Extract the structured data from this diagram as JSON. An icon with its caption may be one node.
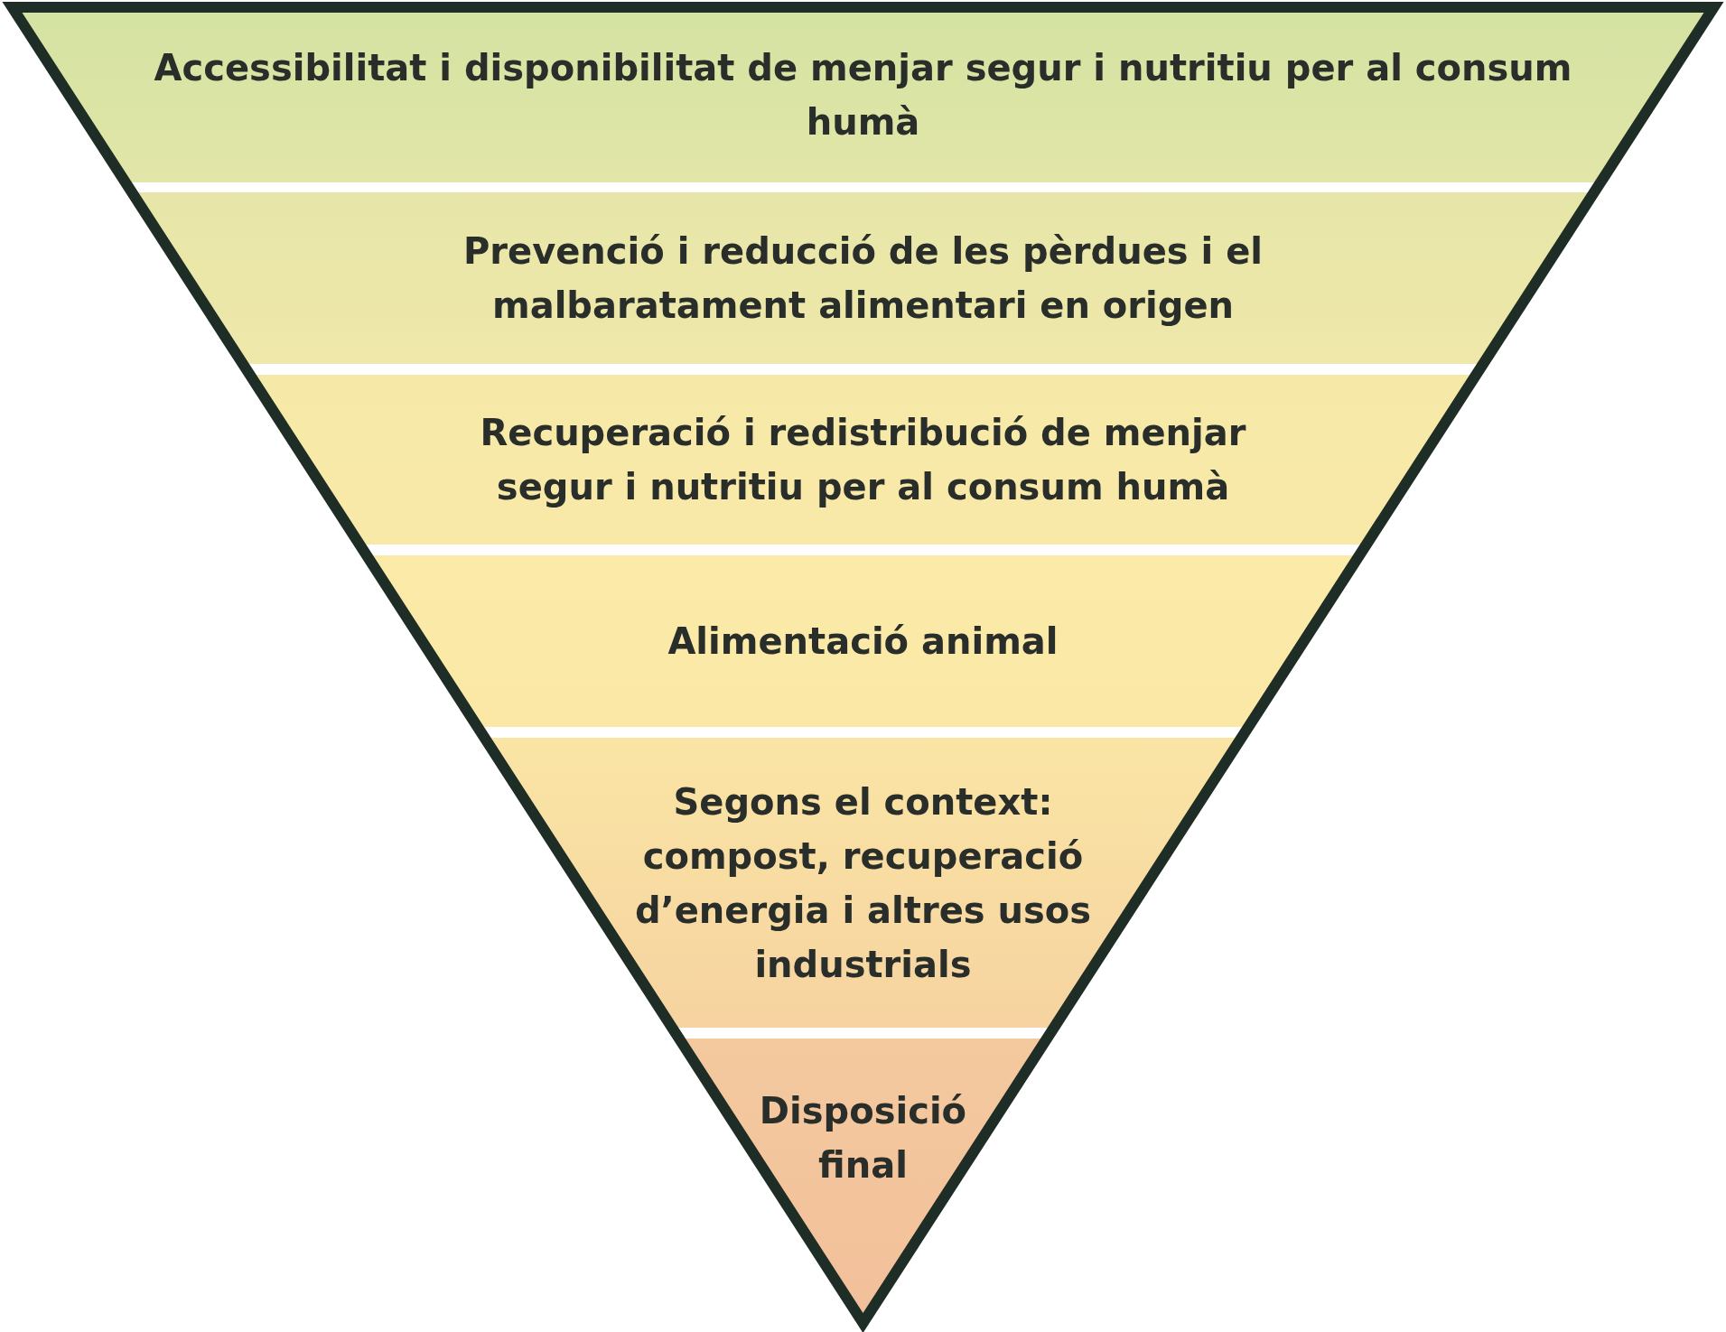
{
  "diagram": {
    "nodes": [
      {
        "text": [
          "Accessibilitat i disponibilitat de menjar segur i nutritiu per al consum humà"
        ]
      },
      {
        "text": [
          "Prevenció i reducció de les pèrdues i el malbaratament alimentari en origen"
        ]
      },
      {
        "text": [
          "Recuperació i redistribució de menjar segur i nutritiu per al consum humà"
        ]
      },
      {
        "text": [
          "Alimentació animal"
        ]
      },
      {
        "text": [
          "Segons el context: compost, recuperació d’energia i altres usos industrials"
        ]
      },
      {
        "text": [
          "Disposició final"
        ]
      }
    ]
  }
}
